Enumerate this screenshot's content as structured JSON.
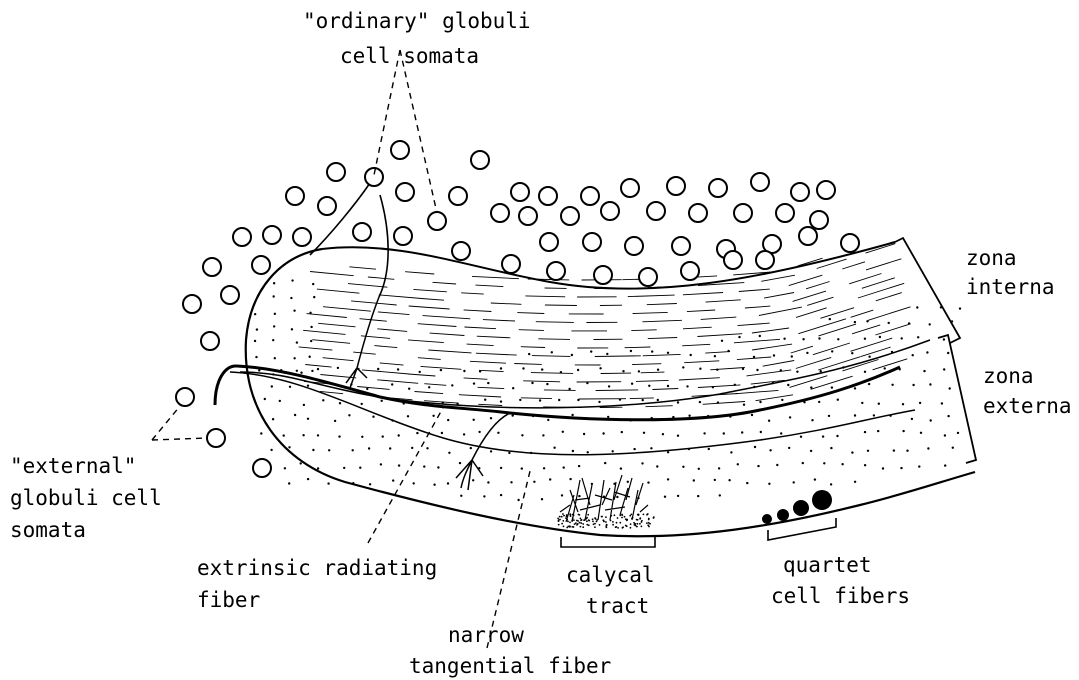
{
  "labels": {
    "ordinary_somata": [
      "\"ordinary\" globuli",
      "cell somata"
    ],
    "external_somata": [
      "\"external\"",
      "globuli cell",
      "somata"
    ],
    "zona_interna": [
      "zona",
      "interna"
    ],
    "zona_externa": [
      "zona",
      "externa"
    ],
    "extrinsic_fiber": [
      "extrinsic radiating",
      "fiber"
    ],
    "calycal_tract": [
      "calycal",
      "tract"
    ],
    "quartet_fibers": [
      "quartet",
      "cell fibers"
    ],
    "tangential_fiber": [
      "narrow",
      "tangential fiber"
    ]
  },
  "colors": {
    "ink": "#000000",
    "background": "#ffffff"
  }
}
